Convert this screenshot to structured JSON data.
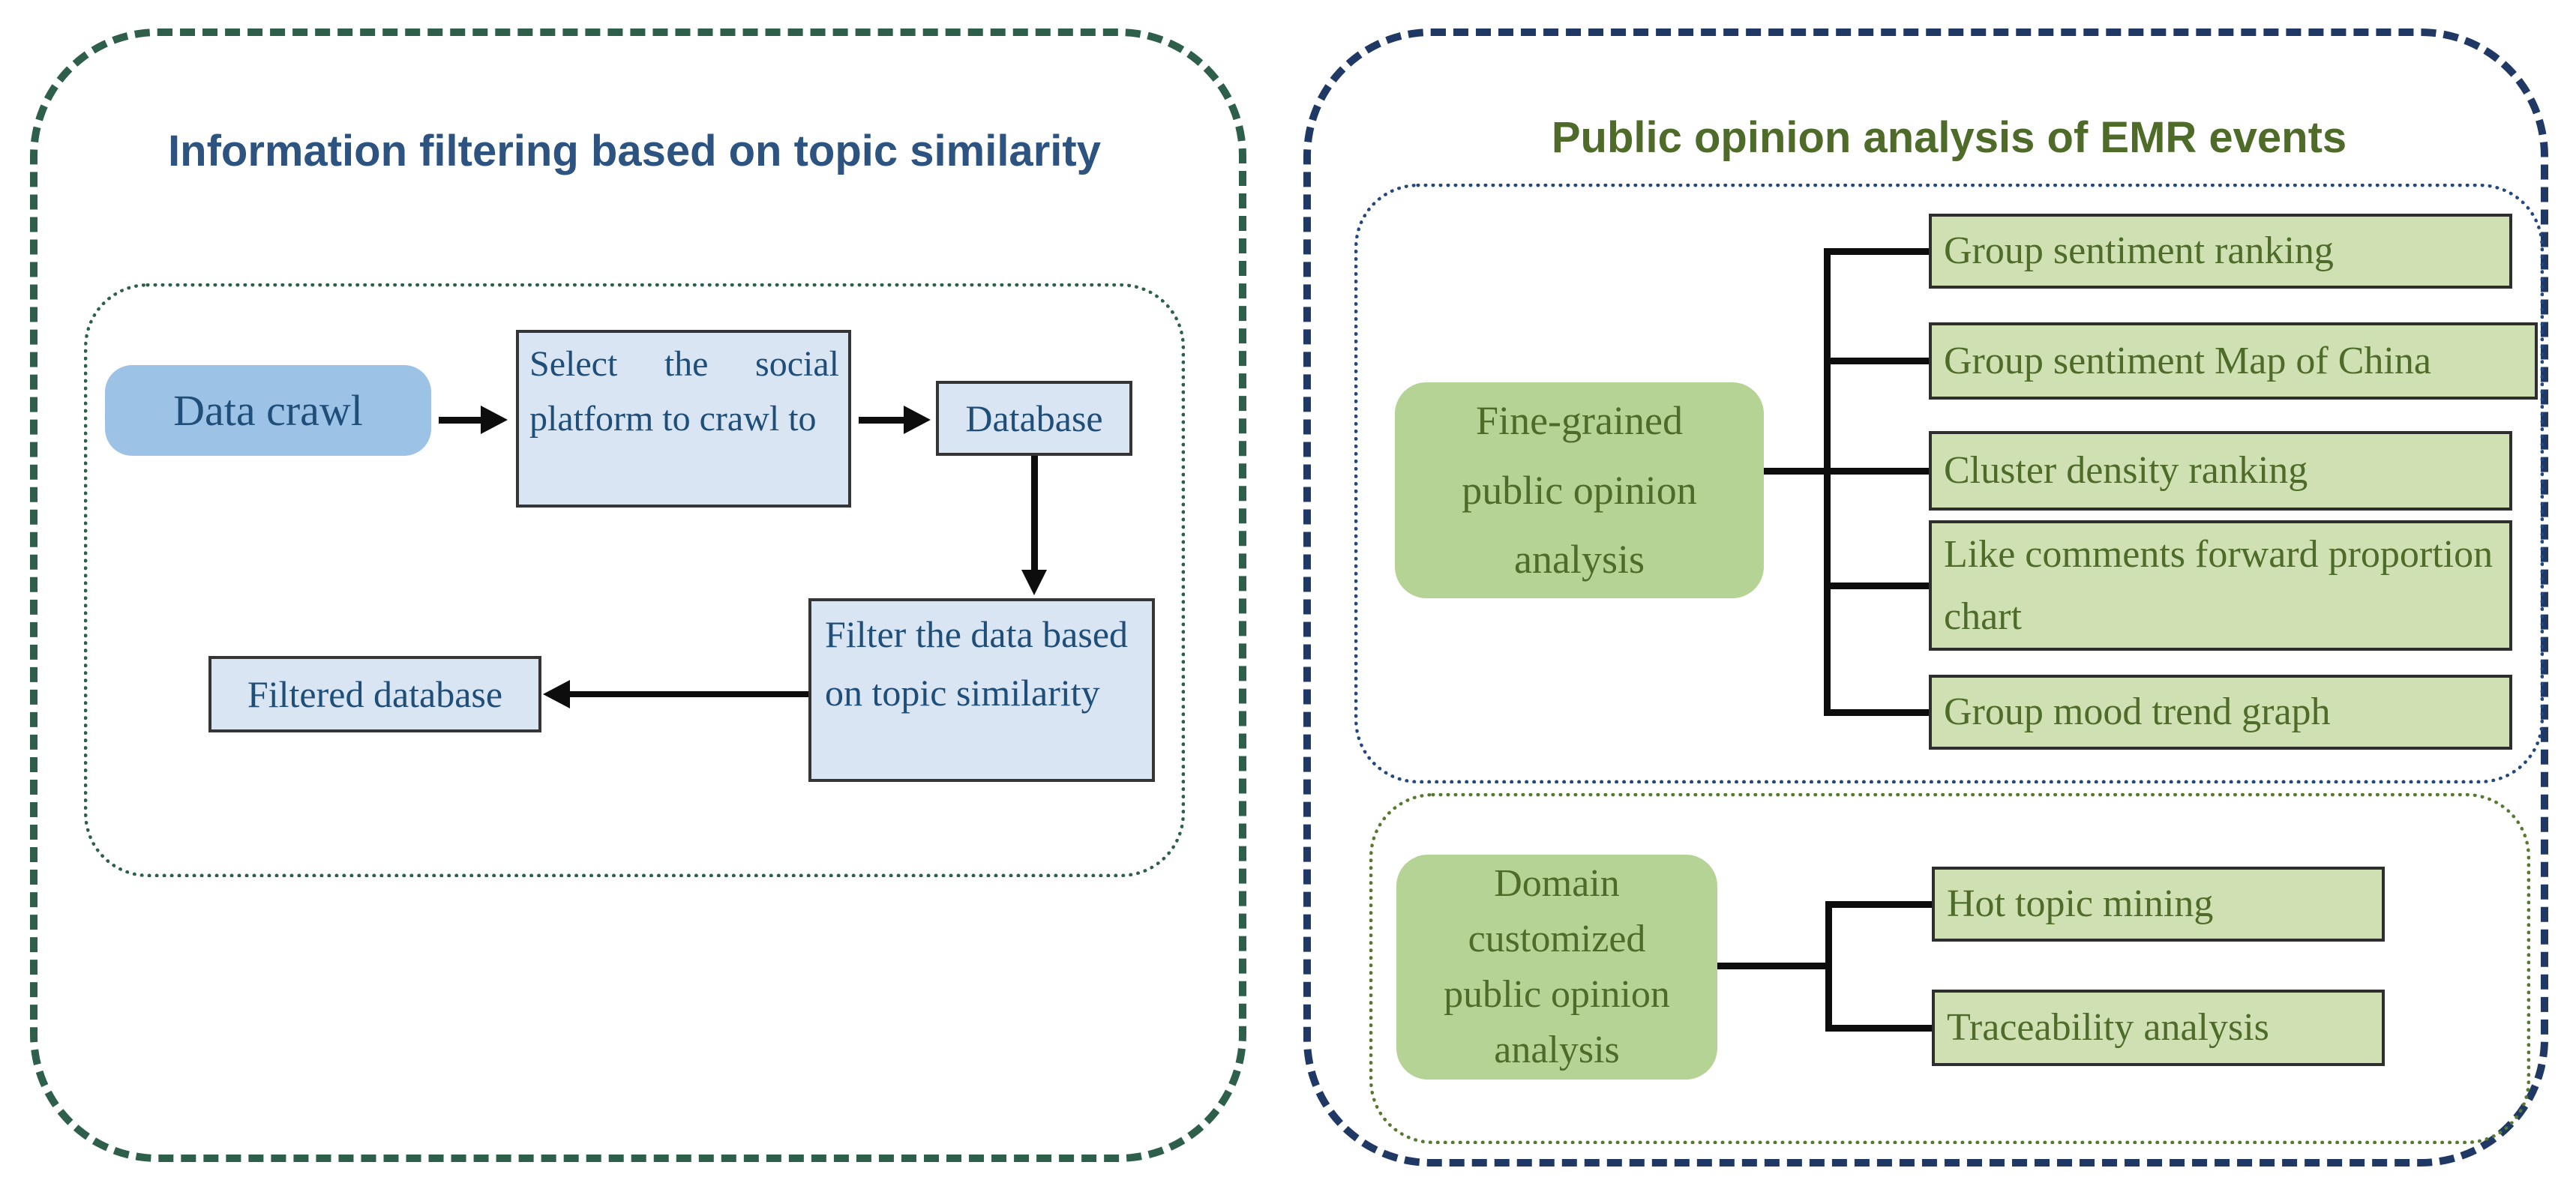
{
  "left_panel": {
    "title": "Information filtering based on topic similarity",
    "flow": {
      "data_crawl": "Data crawl",
      "select_platform": "Select the social platform to crawl to",
      "database": "Database",
      "filter": "Filter the data based on topic similarity",
      "filtered_database": "Filtered database"
    }
  },
  "right_panel": {
    "title": "Public opinion analysis of EMR events",
    "fine_grained": {
      "label_lines": [
        "Fine-grained",
        "public opinion",
        "analysis"
      ],
      "items": [
        "Group sentiment ranking",
        "Group sentiment Map of China",
        "Cluster density ranking",
        "Like comments forward proportion chart",
        "Group mood trend graph"
      ]
    },
    "domain_customized": {
      "label_lines": [
        "Domain",
        "customized",
        "public opinion",
        "analysis"
      ],
      "items": [
        "Hot topic mining",
        "Traceability analysis"
      ]
    }
  },
  "colors": {
    "left_outer_dash": "#2d5f4a",
    "right_outer_dash": "#1f3864",
    "inner_navy_dots": "#24477d",
    "inner_olive_dots": "#55792e",
    "left_title_text": "#2d5380",
    "right_title_text": "#4e6b2a",
    "blue_node_fill": "#9cc2e5",
    "blue_box_fill": "#d9e5f3",
    "blue_text": "#1f4e79",
    "green_node_fill": "#b5d395",
    "green_box_fill": "#cfe0b2",
    "green_text": "#4e6b2a",
    "connector_black": "#0d0d0d"
  }
}
